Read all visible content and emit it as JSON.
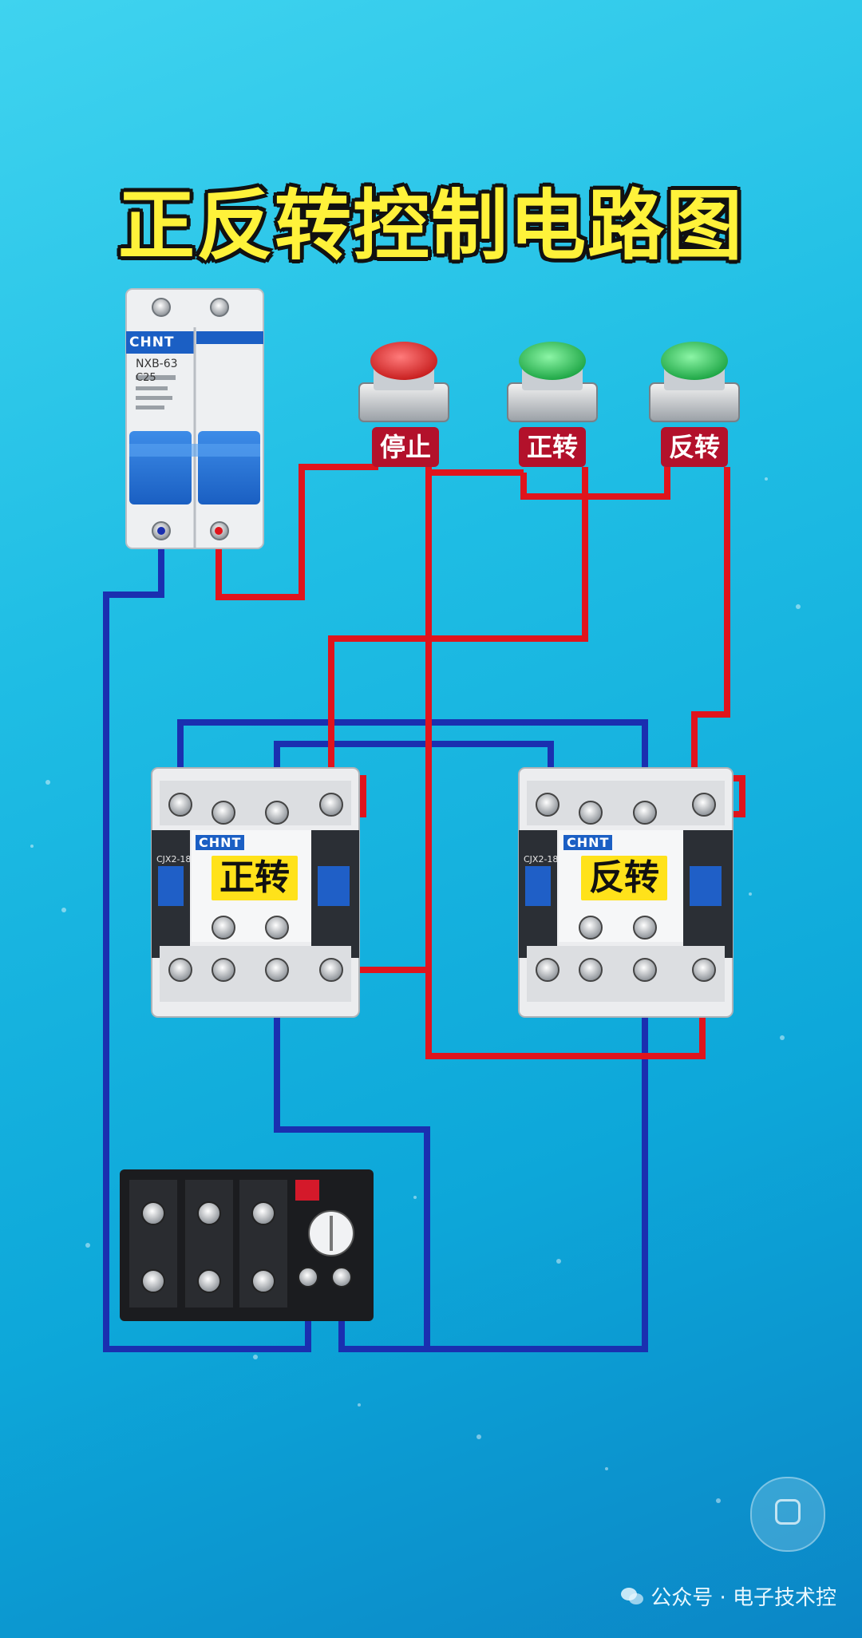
{
  "title": "正反转控制电路图",
  "breaker": {
    "brand": "CHNT",
    "model": "NXB-63",
    "rating": "C25"
  },
  "buttons": [
    {
      "label": "停止",
      "color": "#e53b3b"
    },
    {
      "label": "正转",
      "color": "#2fc45a"
    },
    {
      "label": "反转",
      "color": "#2fc45a"
    }
  ],
  "contactors": [
    {
      "brand": "CHNT",
      "model": "CJX2-18",
      "label": "正转"
    },
    {
      "brand": "CHNT",
      "model": "CJX2-18",
      "label": "反转"
    }
  ],
  "wire_colors": {
    "control_red": "#e0141c",
    "neutral_blue": "#1a2fb0"
  },
  "watermark": "公众号 · 电子技术控"
}
